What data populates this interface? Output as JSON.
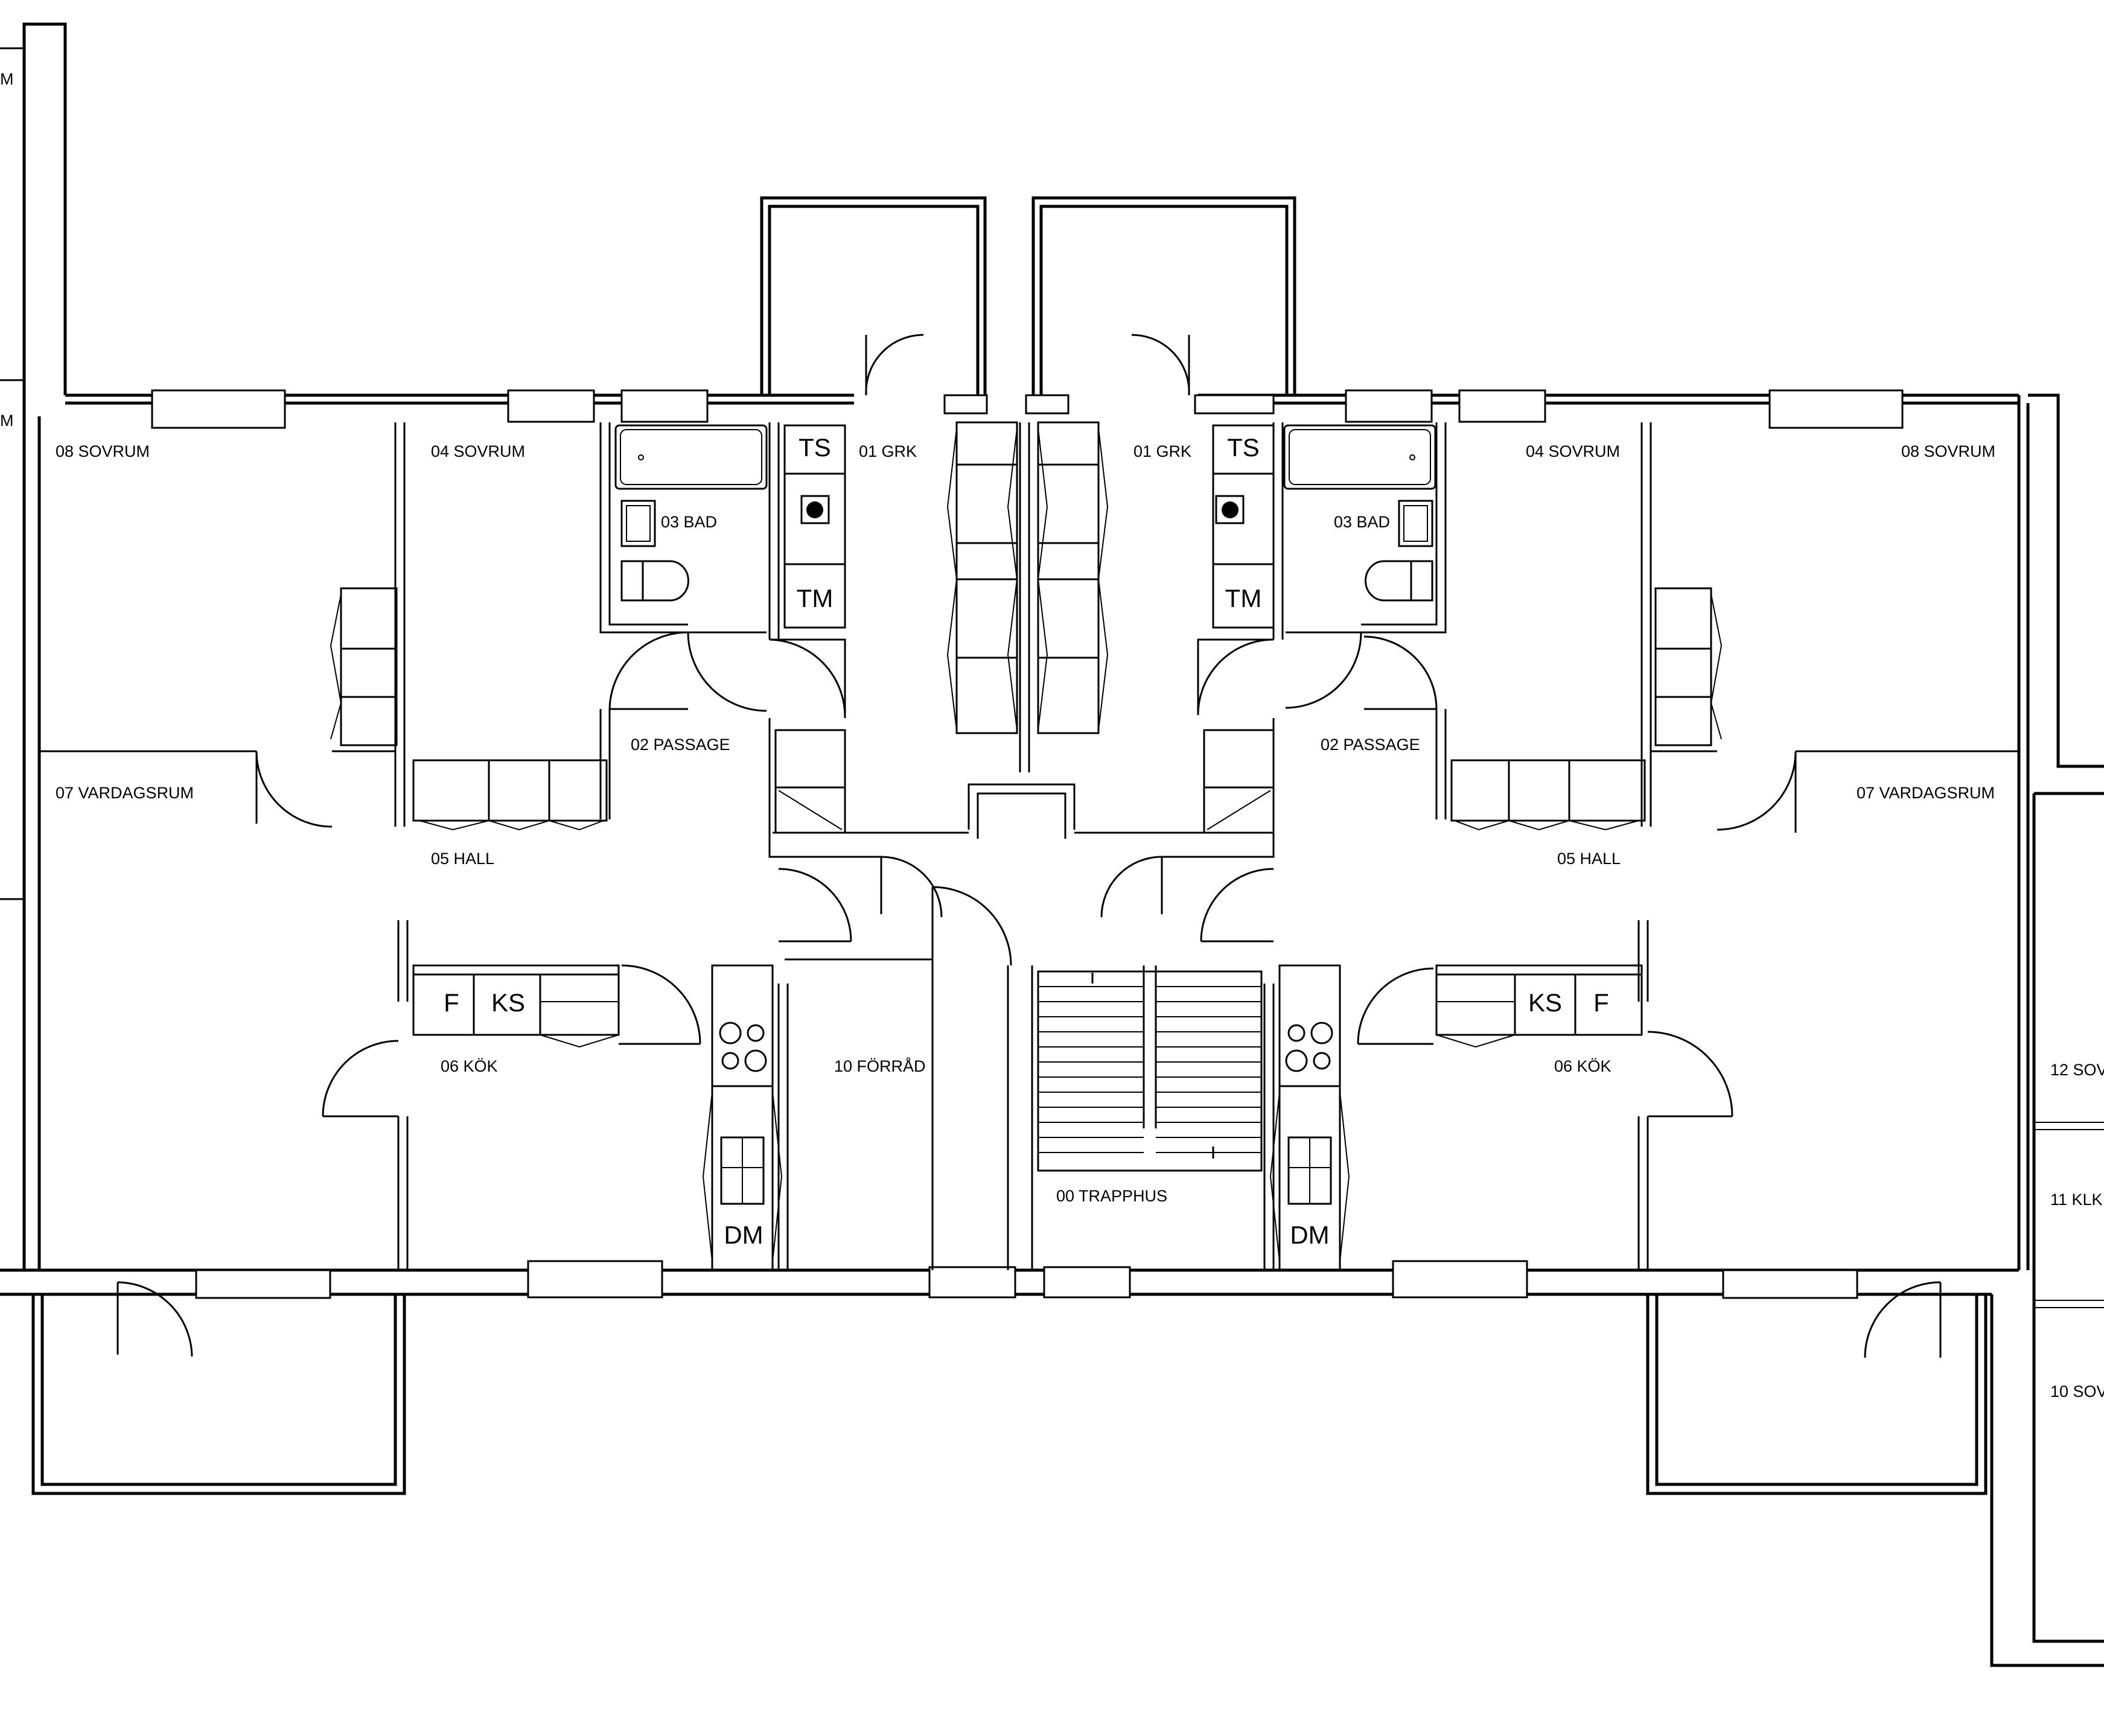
{
  "rooms": {
    "left": {
      "r08": "08 SOVRUM",
      "r04": "04 SOVRUM",
      "r03": "03 BAD",
      "r01": "01 GRK",
      "r02": "02 PASSAGE",
      "r07": "07 VARDAGSRUM",
      "r05": "05 HALL",
      "r06": "06 KÖK"
    },
    "right": {
      "r08": "08 SOVRUM",
      "r04": "04 SOVRUM",
      "r03": "03 BAD",
      "r01": "01 GRK",
      "r02": "02 PASSAGE",
      "r07": "07 VARDAGSRUM",
      "r05": "05 HALL",
      "r06": "06 KÖK"
    },
    "r10_forrad": "10 FÖRRÅD",
    "r00_trapphus": "00 TRAPPHUS",
    "edge_right": {
      "r12": "12 SOV",
      "r11": "11 KLK",
      "r10": "10 SOV"
    },
    "edge_left": {
      "a": "M",
      "b": "M"
    }
  },
  "fixtures": {
    "ts": "TS",
    "tm": "TM",
    "f": "F",
    "ks": "KS",
    "dm": "DM"
  }
}
